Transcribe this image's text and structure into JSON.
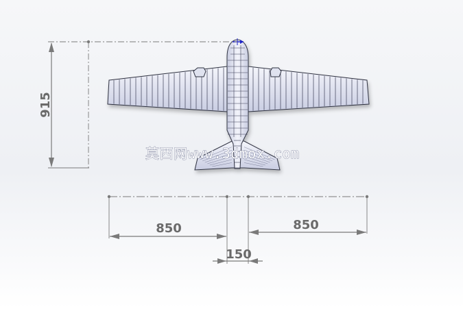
{
  "drawing": {
    "dimensions": {
      "height_label": "915",
      "left_span_label": "850",
      "right_span_label": "850",
      "fuselage_width_label": "150"
    },
    "watermark_text": "莫西网www.3dmox.com",
    "colors": {
      "background": "#f2f3f6",
      "dimension_line": "#7a7a7a",
      "dimension_text": "#6a6a6a",
      "aircraft_fill": "#e4e7f4",
      "aircraft_stroke": "#2e3040",
      "origin_marker": "#1e22c8"
    }
  }
}
